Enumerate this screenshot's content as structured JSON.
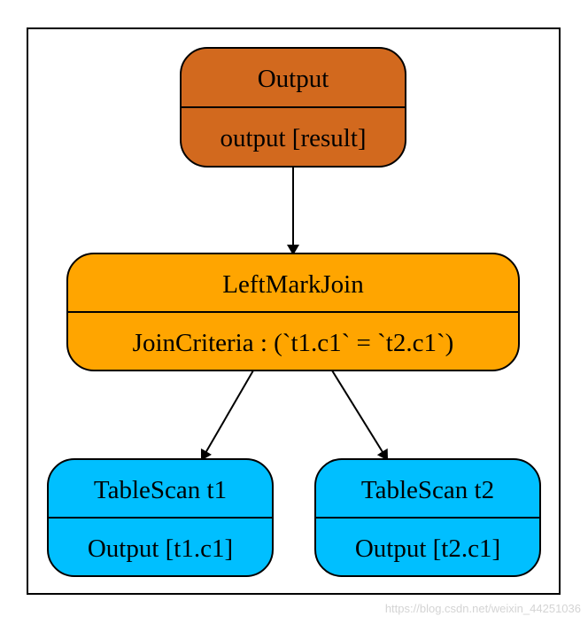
{
  "diagram": {
    "nodes": {
      "output": {
        "title": "Output",
        "detail": "output [result]",
        "fill": "#d2691e"
      },
      "join": {
        "title": "LeftMarkJoin",
        "detail": "JoinCriteria : (`t1.c1` = `t2.c1`)",
        "fill": "#ffa500"
      },
      "scan_t1": {
        "title": "TableScan t1",
        "detail": "Output [t1.c1]",
        "fill": "#00bfff"
      },
      "scan_t2": {
        "title": "TableScan t2",
        "detail": "Output [t2.c1]",
        "fill": "#00bfff"
      }
    },
    "edges": [
      {
        "from": "output",
        "to": "join"
      },
      {
        "from": "join",
        "to": "scan_t1"
      },
      {
        "from": "join",
        "to": "scan_t2"
      }
    ]
  },
  "watermark": "https://blog.csdn.net/weixin_44251036"
}
